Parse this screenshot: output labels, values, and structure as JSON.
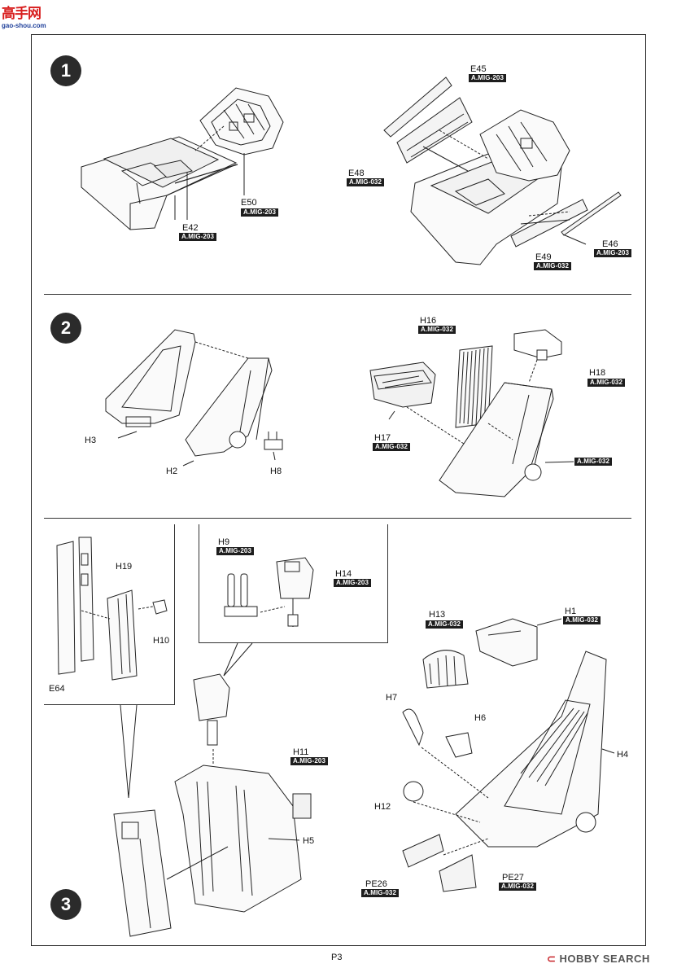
{
  "watermark_top": {
    "logo_text": "高手网",
    "url": "gao-shou.com"
  },
  "steps": [
    "1",
    "2",
    "3"
  ],
  "step1": {
    "labels": {
      "E45": "E45",
      "E48": "E48",
      "E46": "E46",
      "E49": "E49",
      "E50": "E50",
      "E42": "E42"
    },
    "codes": {
      "E45": "A.MIG-203",
      "E48": "A.MIG-032",
      "E46": "A.MIG-203",
      "E49": "A.MIG-032",
      "E50": "A.MIG-203",
      "E42": "A.MIG-203"
    }
  },
  "step2": {
    "labels": {
      "H16": "H16",
      "H18": "H18",
      "H17": "H17",
      "H3": "H3",
      "H2": "H2",
      "H8": "H8"
    },
    "codes": {
      "H16": "A.MIG-032",
      "H18": "A.MIG-032",
      "H17": "A.MIG-032",
      "seat": "A.MIG-032"
    }
  },
  "step3": {
    "labels": {
      "H19": "H19",
      "H10": "H10",
      "E64": "E64",
      "H9": "H9",
      "H14": "H14",
      "H13": "H13",
      "H1": "H1",
      "H7": "H7",
      "H6": "H6",
      "H4": "H4",
      "H11": "H11",
      "H5": "H5",
      "H12": "H12",
      "PE26": "PE26",
      "PE27": "PE27"
    },
    "codes": {
      "H9": "A.MIG-203",
      "H14": "A.MIG-203",
      "H13": "A.MIG-032",
      "H1": "A.MIG-032",
      "H11": "A.MIG-203",
      "PE26": "A.MIG-032",
      "PE27": "A.MIG-032"
    }
  },
  "footer": {
    "page": "P3",
    "brand_mark": "⊂",
    "brand_name": "HOBBY SEARCH"
  }
}
